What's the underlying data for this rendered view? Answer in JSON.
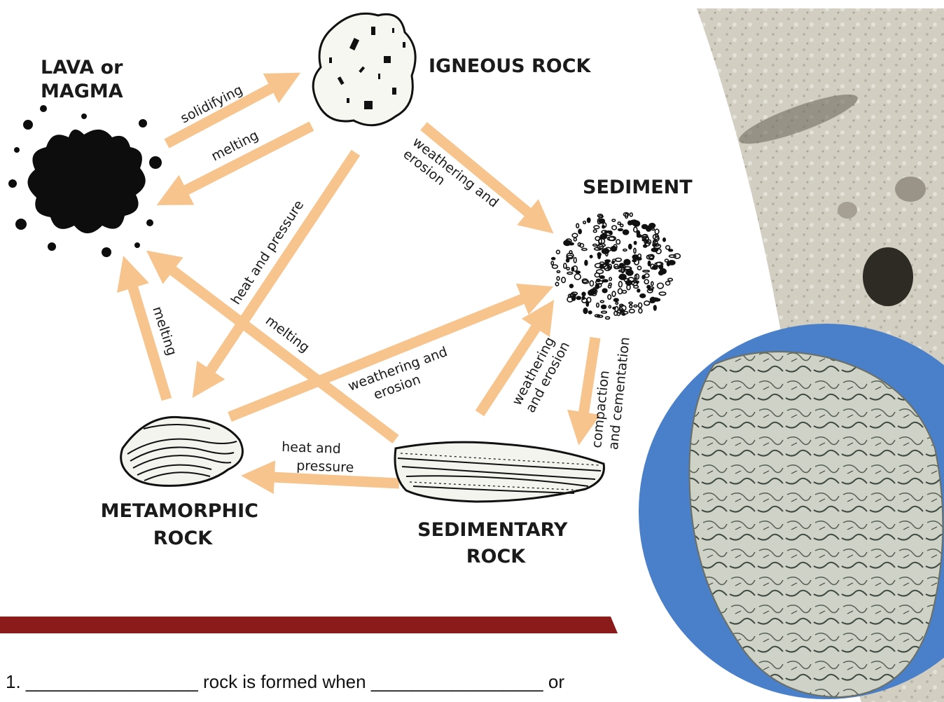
{
  "nodes": {
    "lava": [
      "LAVA or",
      "MAGMA"
    ],
    "igneous": [
      "IGNEOUS ROCK"
    ],
    "sediment": [
      "SEDIMENT"
    ],
    "metamorphic": [
      "METAMORPHIC",
      "ROCK"
    ],
    "sedimentary": [
      "SEDIMENTARY",
      "ROCK"
    ]
  },
  "arrows": {
    "solidifying": [
      "solidifying"
    ],
    "melting_igneous": [
      "melting"
    ],
    "weathering_igneous": [
      "weathering and",
      "erosion"
    ],
    "heat_pressure_igneous": [
      "heat and pressure"
    ],
    "melting_metamorphic": [
      "melting"
    ],
    "melting_sedimentary": [
      "melting"
    ],
    "weathering_metamorphic": [
      "weathering and",
      "erosion"
    ],
    "weathering_sedimentary": [
      "weathering",
      "and erosion"
    ],
    "compaction": [
      "compaction",
      "and cementation"
    ],
    "heat_pressure_sedimentary": [
      "heat and",
      "pressure"
    ]
  },
  "question": {
    "text": "1. _________________ rock is formed when _________________ or"
  },
  "colors": {
    "arrow": "#f7c48e",
    "divider": "#8b1a1a",
    "photo_circle": "#4a7fc9",
    "rock_photo_bg": "#cfcabd"
  }
}
